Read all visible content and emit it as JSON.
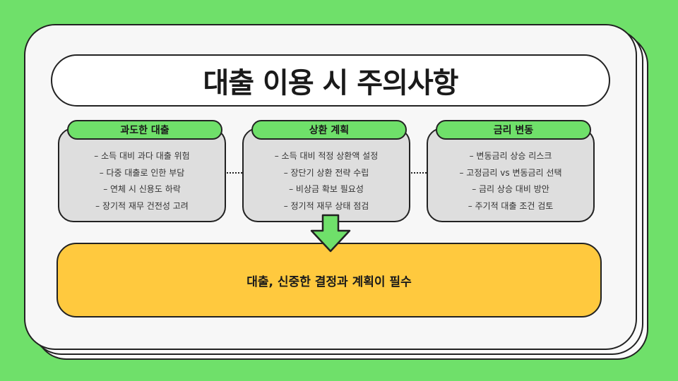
{
  "title": "대출 이용 시 주의사항",
  "colors": {
    "background": "#6FE06A",
    "pill": "#6FE06A",
    "box": "#DEDEDE",
    "result": "#FFC93E",
    "outline": "#222222"
  },
  "sections": [
    {
      "heading": "과도한 대출",
      "items": [
        "– 소득 대비 과다 대출 위험",
        "– 다중 대출로 인한 부담",
        "– 연체 시 신용도 하락",
        "– 장기적 재무 건전성 고려"
      ]
    },
    {
      "heading": "상환 계획",
      "items": [
        "– 소득 대비 적정 상환액 설정",
        "– 장단기 상환 전략 수립",
        "– 비상금 확보 필요성",
        "– 정기적 재무 상태 점검"
      ]
    },
    {
      "heading": "금리 변동",
      "items": [
        "– 변동금리 상승 리스크",
        "– 고정금리 vs 변동금리 선택",
        "– 금리 상승 대비 방안",
        "– 주기적 대출 조건 검토"
      ]
    }
  ],
  "conclusion": "대출, 신중한 결정과 계획이 필수",
  "arrow_icon": "down-arrow-icon"
}
